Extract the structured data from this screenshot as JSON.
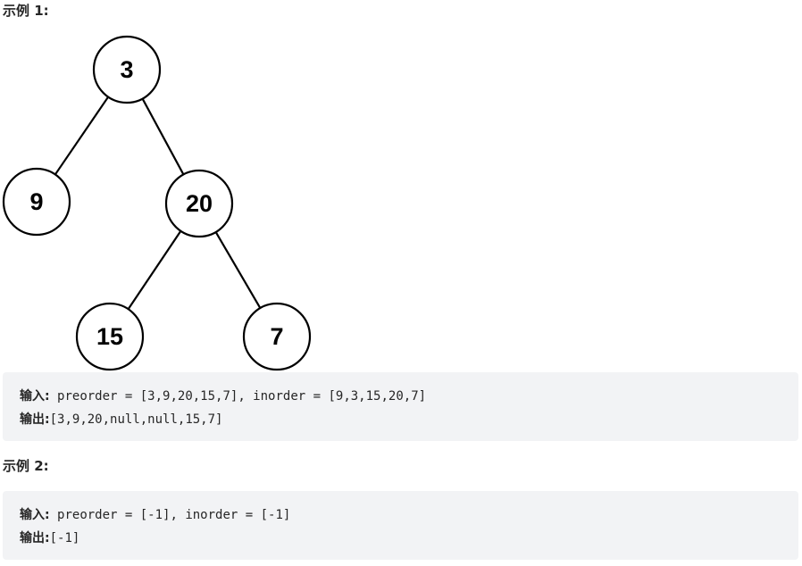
{
  "example1": {
    "title": "示例 1:",
    "tree": {
      "nodes": [
        {
          "id": "n3",
          "label": "3"
        },
        {
          "id": "n9",
          "label": "9"
        },
        {
          "id": "n20",
          "label": "20"
        },
        {
          "id": "n15",
          "label": "15"
        },
        {
          "id": "n7",
          "label": "7"
        }
      ],
      "edges": [
        {
          "from": "n3",
          "to": "n9"
        },
        {
          "from": "n3",
          "to": "n20"
        },
        {
          "from": "n20",
          "to": "n15"
        },
        {
          "from": "n20",
          "to": "n7"
        }
      ]
    },
    "input_label": "输入",
    "input_sep": ":",
    "input_value": " preorder = [3,9,20,15,7], inorder = [9,3,15,20,7]",
    "output_label": "输出",
    "output_sep": ":",
    "output_value": "[3,9,20,null,null,15,7]"
  },
  "example2": {
    "title": "示例 2:",
    "input_label": "输入",
    "input_sep": ":",
    "input_value": " preorder = [-1], inorder = [-1]",
    "output_label": "输出",
    "output_sep": ":",
    "output_value": "[-1]"
  }
}
